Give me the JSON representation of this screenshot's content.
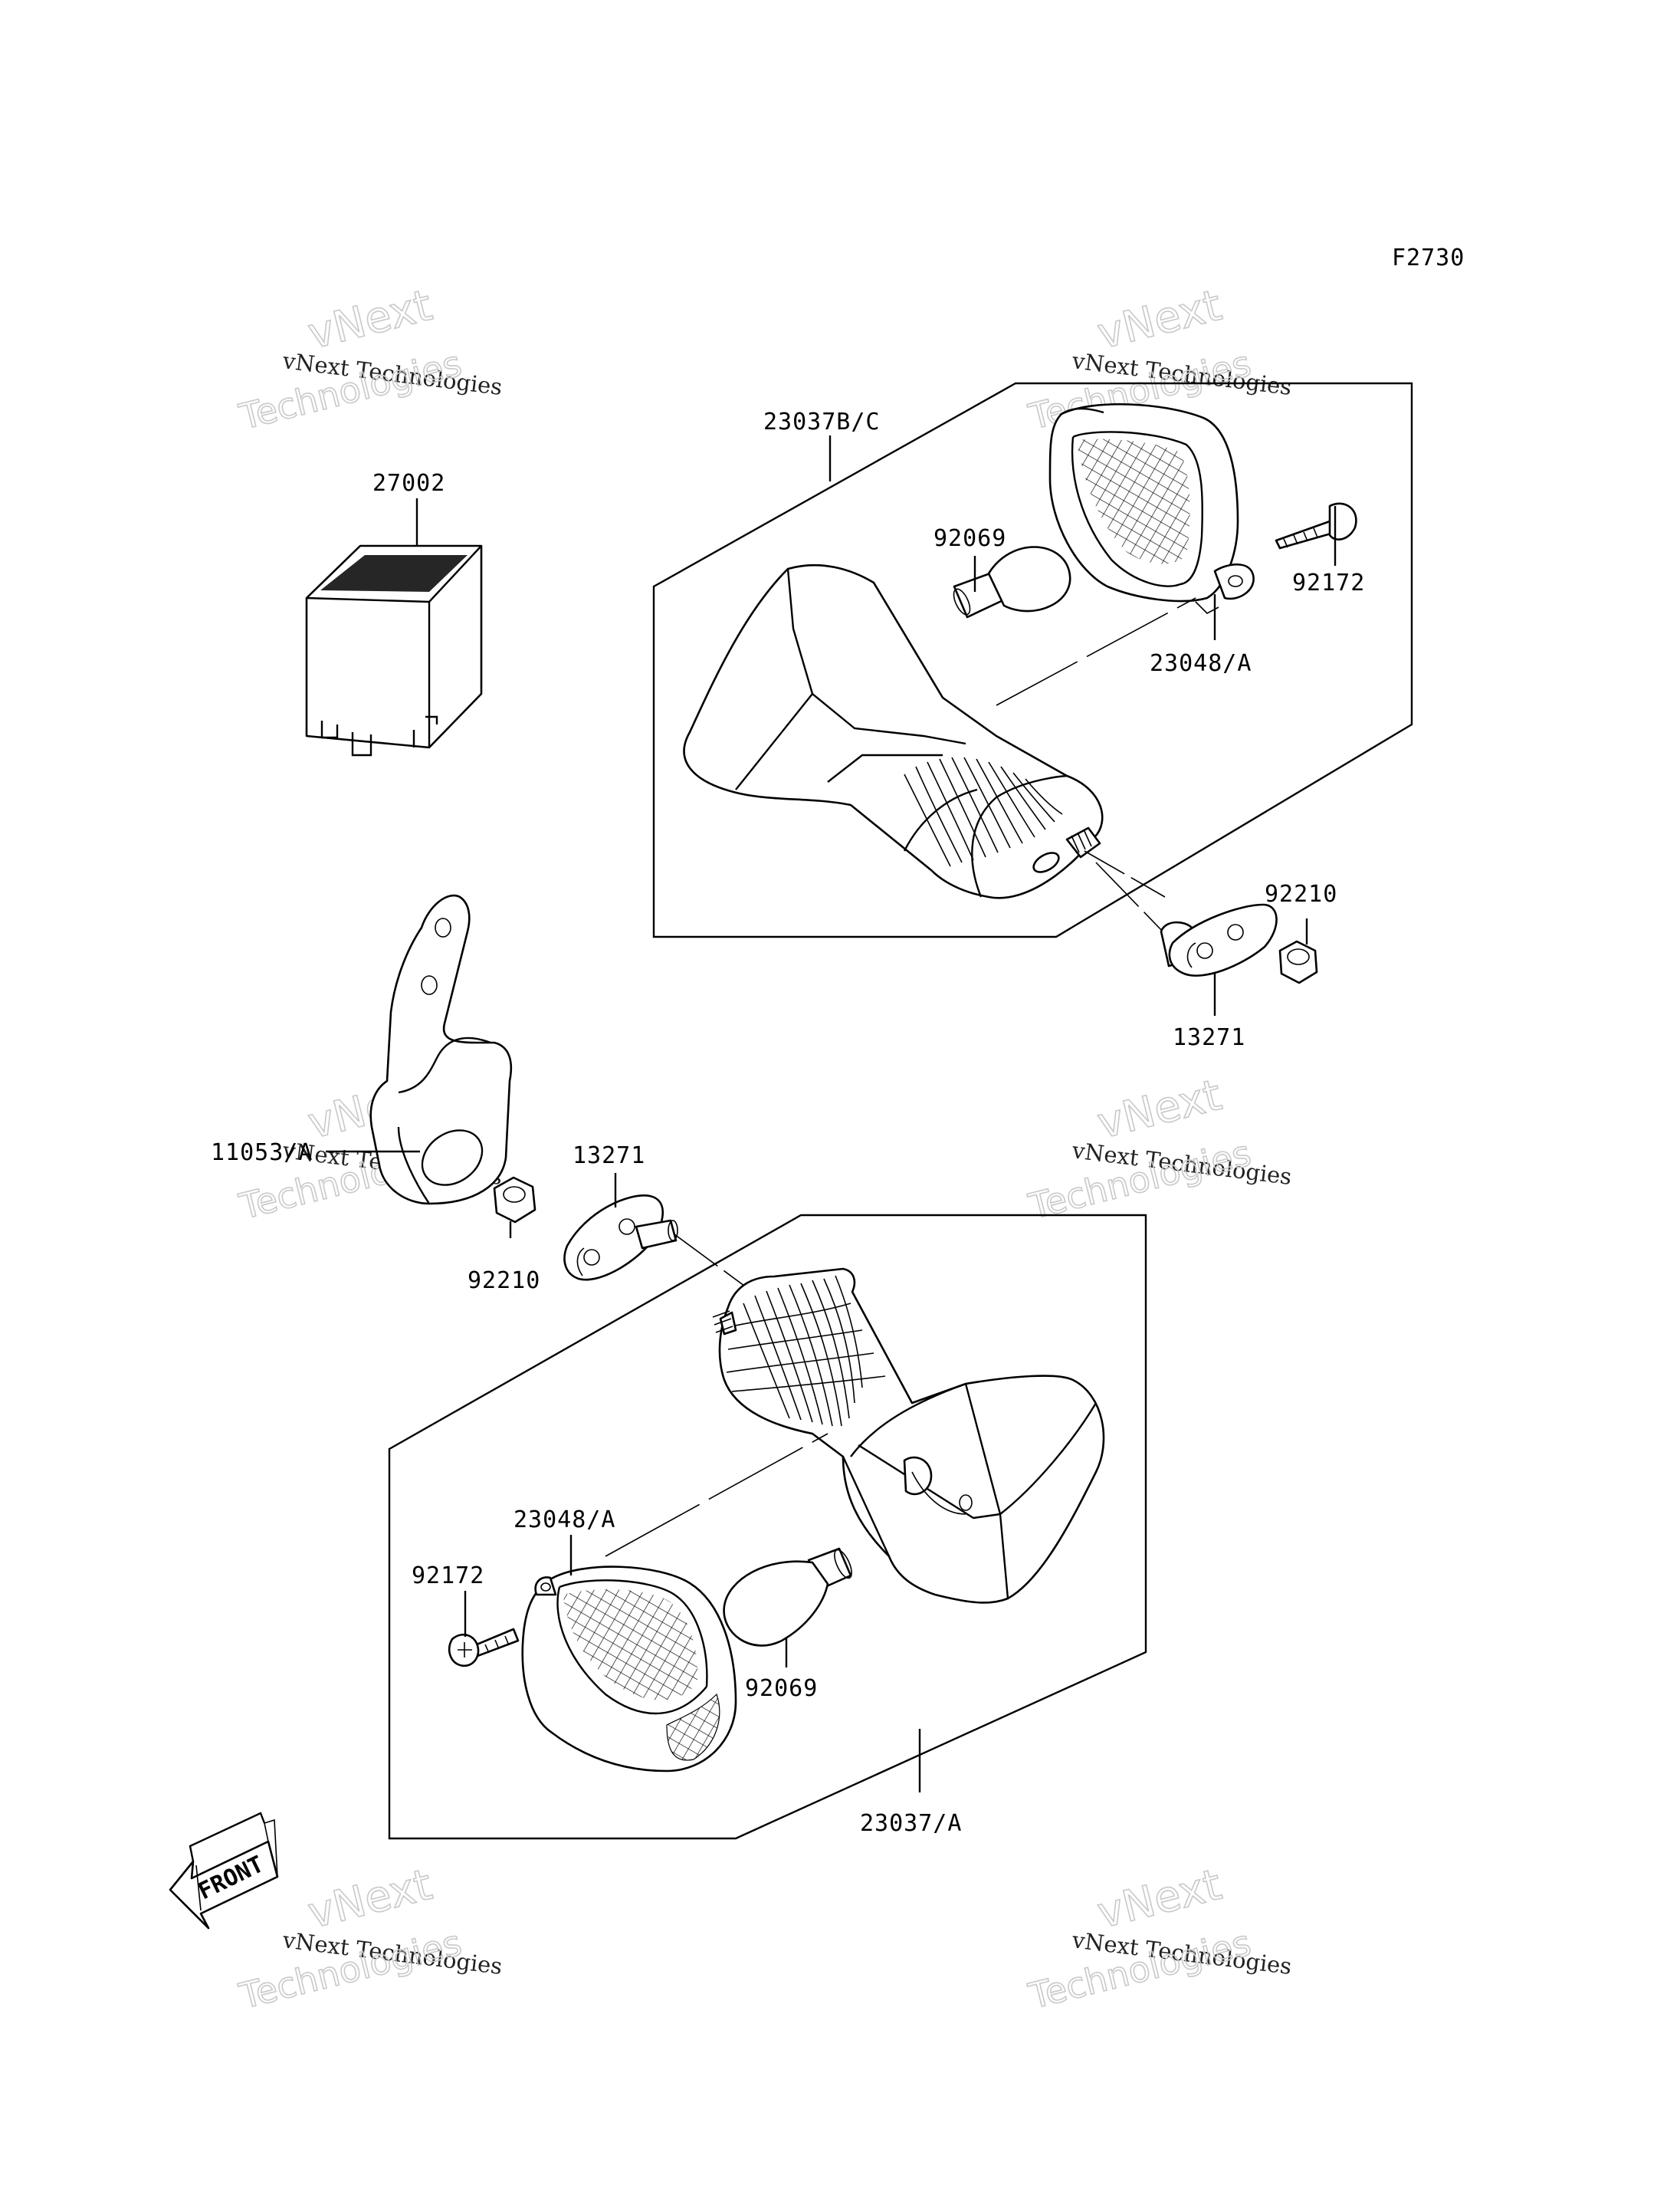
{
  "figure_code": "F2730",
  "watermark": {
    "line1": "vNext",
    "line2": "vNext Technologies",
    "line3": "Technologies"
  },
  "front_arrow": "FRONT",
  "callouts": {
    "c27002": "27002",
    "c23037bc": "23037B/C",
    "c92069_top": "92069",
    "c92172_top": "92172",
    "c23048_top": "23048/A",
    "c92210_right": "92210",
    "c13271_right": "13271",
    "c11053": "11053/A",
    "c13271_mid": "13271",
    "c92210_mid": "92210",
    "c23048_bot": "23048/A",
    "c92172_bot": "92172",
    "c92069_bot": "92069",
    "c23037a": "23037/A"
  }
}
